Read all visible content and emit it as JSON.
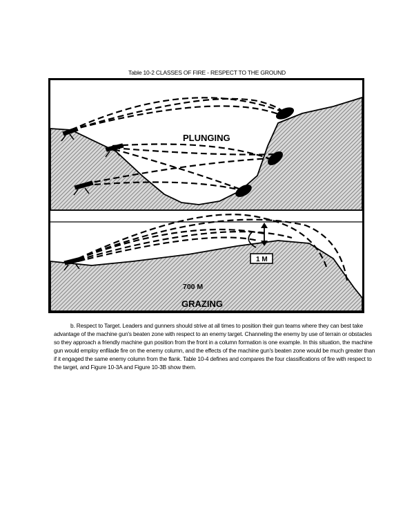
{
  "table": {
    "caption": "Table 10-2 CLASSES OF FIRE - RESPECT TO THE GROUND"
  },
  "figure": {
    "label_plunging": "PLUNGING",
    "label_grazing": "GRAZING",
    "label_range": "700 M",
    "label_height": "1 M"
  },
  "paragraph": {
    "text": "b. Respect to Target. Leaders and gunners should strive at all times to position their gun teams where they can best take advantage of the machine gun's beaten zone with respect to an enemy target. Channeling the enemy by use of terrain or obstacles so they approach a friendly machine gun position from the front in a column formation is one example. In this situation, the machine gun would employ enfilade fire on the enemy column, and the effects of the machine gun's beaten zone would be much greater than if it engaged the same enemy column from the flank. Table 10-4 defines and compares the four classifications of fire with respect to the target, and Figure 10-3A and Figure 10-3B show them."
  }
}
